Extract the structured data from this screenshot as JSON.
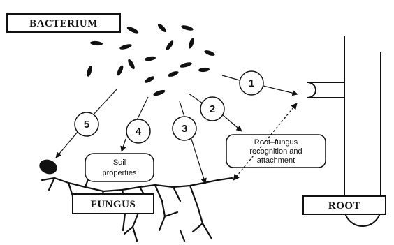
{
  "labels": {
    "bacterium": "BACTERIUM",
    "fungus": "FUNGUS",
    "root": "ROOT"
  },
  "numbers": [
    "1",
    "2",
    "3",
    "4",
    "5"
  ],
  "notes": {
    "soil_line1": "Soil",
    "soil_line2": "properties",
    "recog_line1": "Root–fungus",
    "recog_line2": "recognition and",
    "recog_line3": "attachment"
  },
  "colors": {
    "ink": "#111111",
    "background": "#ffffff"
  }
}
